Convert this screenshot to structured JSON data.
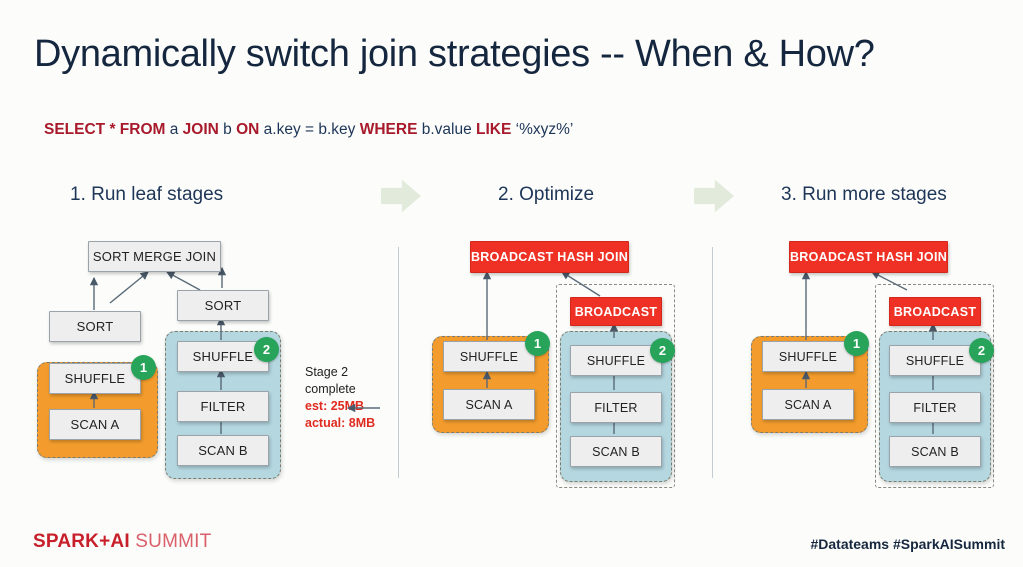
{
  "slide": {
    "title": "Dynamically switch join strategies -- When & How?",
    "background_color": "#fcfdfb",
    "title_color": "#12243f"
  },
  "sql": {
    "tokens": [
      {
        "t": "SELECT * FROM ",
        "kind": "kw"
      },
      {
        "t": "a ",
        "kind": "id"
      },
      {
        "t": "JOIN ",
        "kind": "kw"
      },
      {
        "t": "b ",
        "kind": "id"
      },
      {
        "t": "ON ",
        "kind": "kw"
      },
      {
        "t": "a.key = b.key ",
        "kind": "id"
      },
      {
        "t": "WHERE ",
        "kind": "kw"
      },
      {
        "t": "b.value ",
        "kind": "id"
      },
      {
        "t": "LIKE ",
        "kind": "kw"
      },
      {
        "t": "‘%xyz%’",
        "kind": "id"
      }
    ],
    "keyword_color": "#a8192b",
    "identifier_color": "#1d3557",
    "full_text": "SELECT * FROM a JOIN b ON a.key = b.key WHERE b.value LIKE ‘%xyz%’"
  },
  "steps": [
    {
      "label": "1.  Run leaf stages"
    },
    {
      "label": "2. Optimize"
    },
    {
      "label": "3. Run more stages"
    }
  ],
  "arrows": {
    "color": "#e2ebdb",
    "icon": "right-block-arrow-icon"
  },
  "colors": {
    "orange_stage": "#f39c2d",
    "blue_stage": "#b4d7e0",
    "node_fill": "#eeeeee",
    "red_node": "#ee3124",
    "badge_green": "#27a35a",
    "divider": "#c4cbd2",
    "edge": "#4a5a6a"
  },
  "panel1": {
    "root": "SORT MERGE JOIN",
    "left_sort": "SORT",
    "right_sort": "SORT",
    "stage1": {
      "badge": "1",
      "nodes": [
        "SHUFFLE",
        "SCAN A"
      ]
    },
    "stage2": {
      "badge": "2",
      "nodes": [
        "SHUFFLE",
        "FILTER",
        "SCAN B"
      ]
    },
    "annotation": {
      "line1": "Stage 2",
      "line2": "complete",
      "line3": "est: 25MB",
      "line4": "actual: 8MB"
    }
  },
  "panel2": {
    "root": "BROADCAST HASH JOIN",
    "broadcast": "BROADCAST",
    "stage1": {
      "badge": "1",
      "nodes": [
        "SHUFFLE",
        "SCAN A"
      ]
    },
    "stage2": {
      "badge": "2",
      "nodes": [
        "SHUFFLE",
        "FILTER",
        "SCAN B"
      ]
    }
  },
  "panel3": {
    "root": "BROADCAST HASH JOIN",
    "broadcast": "BROADCAST",
    "stage1": {
      "badge": "1",
      "nodes": [
        "SHUFFLE",
        "SCAN A"
      ]
    },
    "stage2": {
      "badge": "2",
      "nodes": [
        "SHUFFLE",
        "FILTER",
        "SCAN B"
      ]
    }
  },
  "footer": {
    "brand_bold": "SPARK+AI",
    "brand_light": " SUMMIT",
    "hashtags": "#Datateams  #SparkAISummit"
  }
}
